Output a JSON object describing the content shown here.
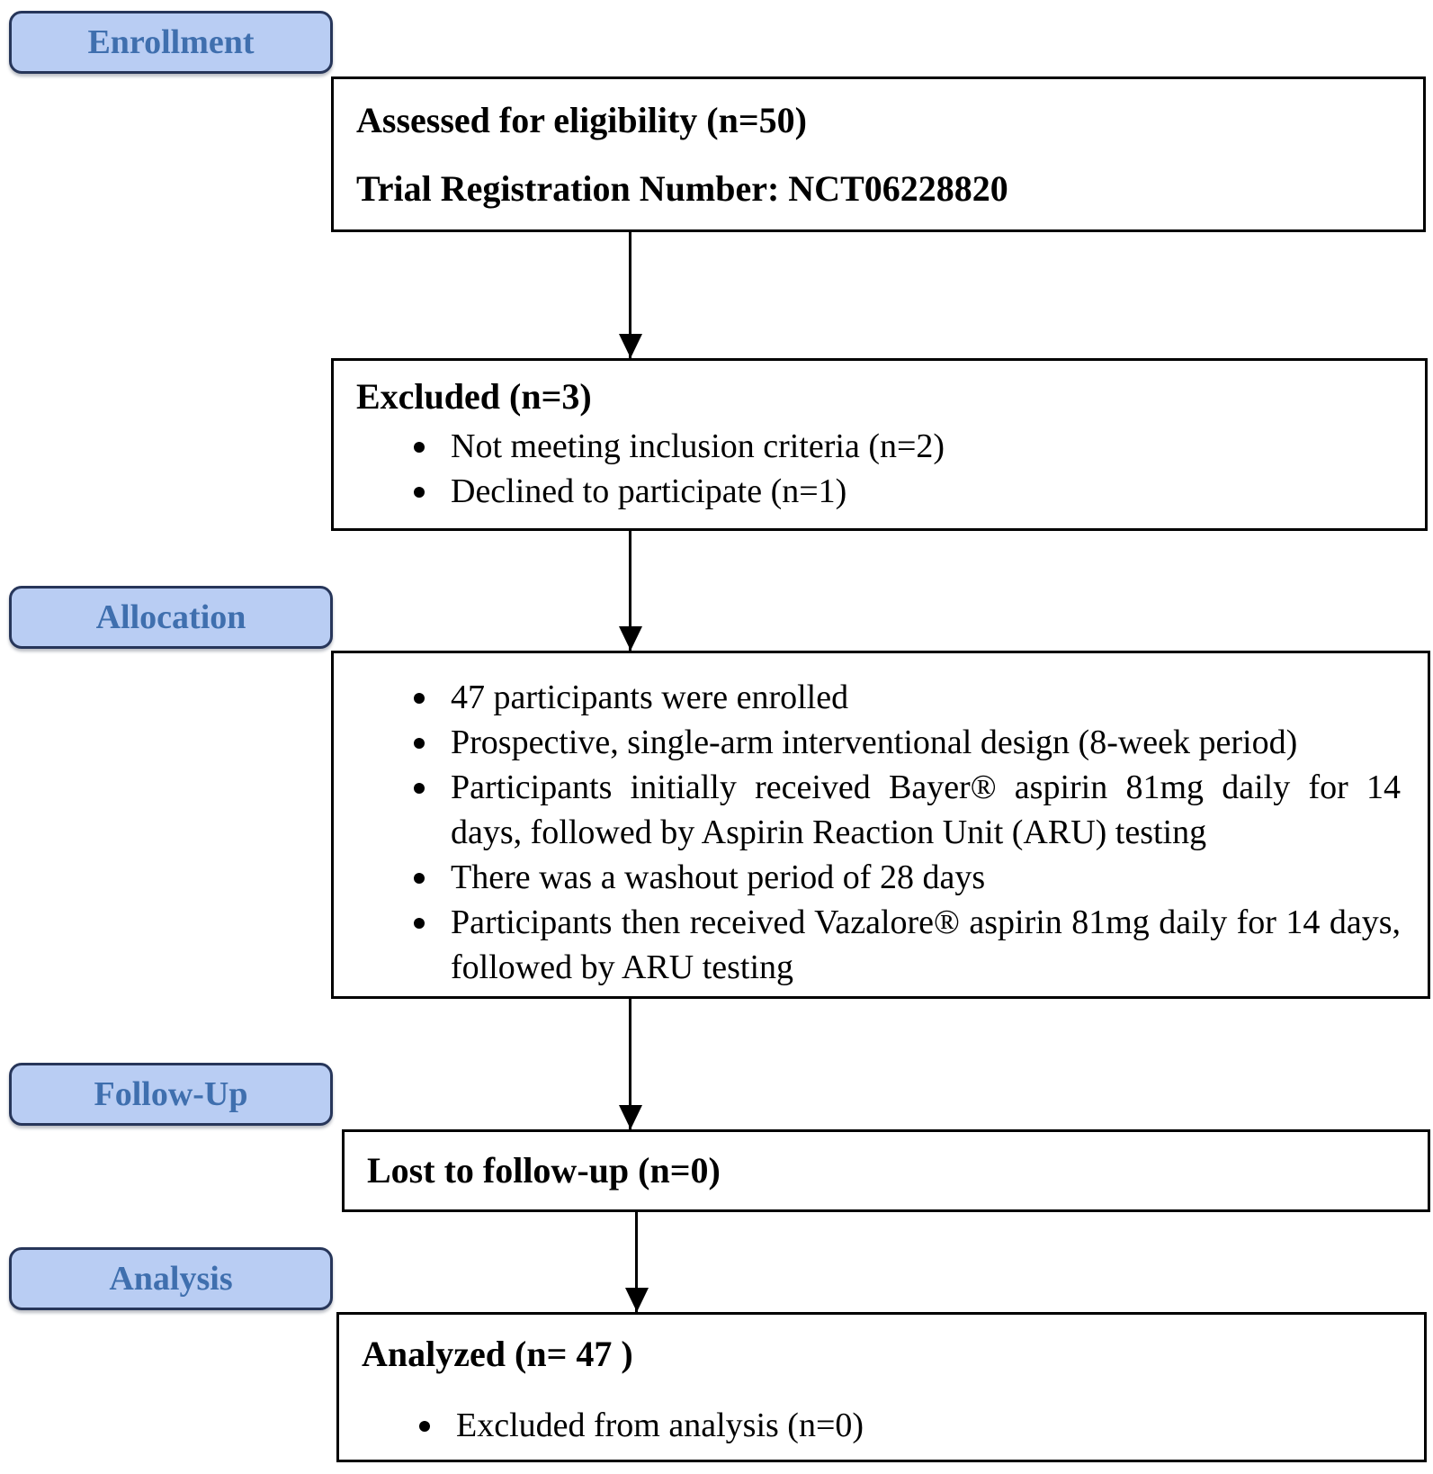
{
  "diagram_title": "CONSORT participant flow diagram",
  "colors": {
    "stage_label_fill": "#b9cdf3",
    "stage_label_border": "#27365a",
    "stage_label_text": "#3f6fae",
    "box_border": "#000000",
    "background": "#ffffff"
  },
  "stages": {
    "enrollment": "Enrollment",
    "allocation": "Allocation",
    "followup": "Follow-Up",
    "analysis": "Analysis"
  },
  "boxes": {
    "assessed": {
      "line1": "Assessed for eligibility (n=50)",
      "line2": "Trial Registration Number: NCT06228820"
    },
    "excluded": {
      "title": "Excluded (n=3)",
      "bullets": [
        "Not meeting inclusion criteria (n=2)",
        "Declined to participate (n=1)"
      ]
    },
    "allocation": {
      "bullets": [
        "47 participants were enrolled",
        "Prospective, single-arm interventional design (8-week period)",
        "Participants initially received Bayer® aspirin 81mg daily for 14 days, followed by Aspirin Reaction Unit (ARU) testing",
        "There was a washout period of 28 days",
        "Participants then received Vazalore® aspirin 81mg daily for 14 days, followed by ARU testing"
      ]
    },
    "followup": {
      "title": "Lost to follow-up (n=0)"
    },
    "analyzed": {
      "title": "Analyzed (n= 47 )",
      "bullets": [
        "Excluded from analysis (n=0)"
      ]
    }
  }
}
